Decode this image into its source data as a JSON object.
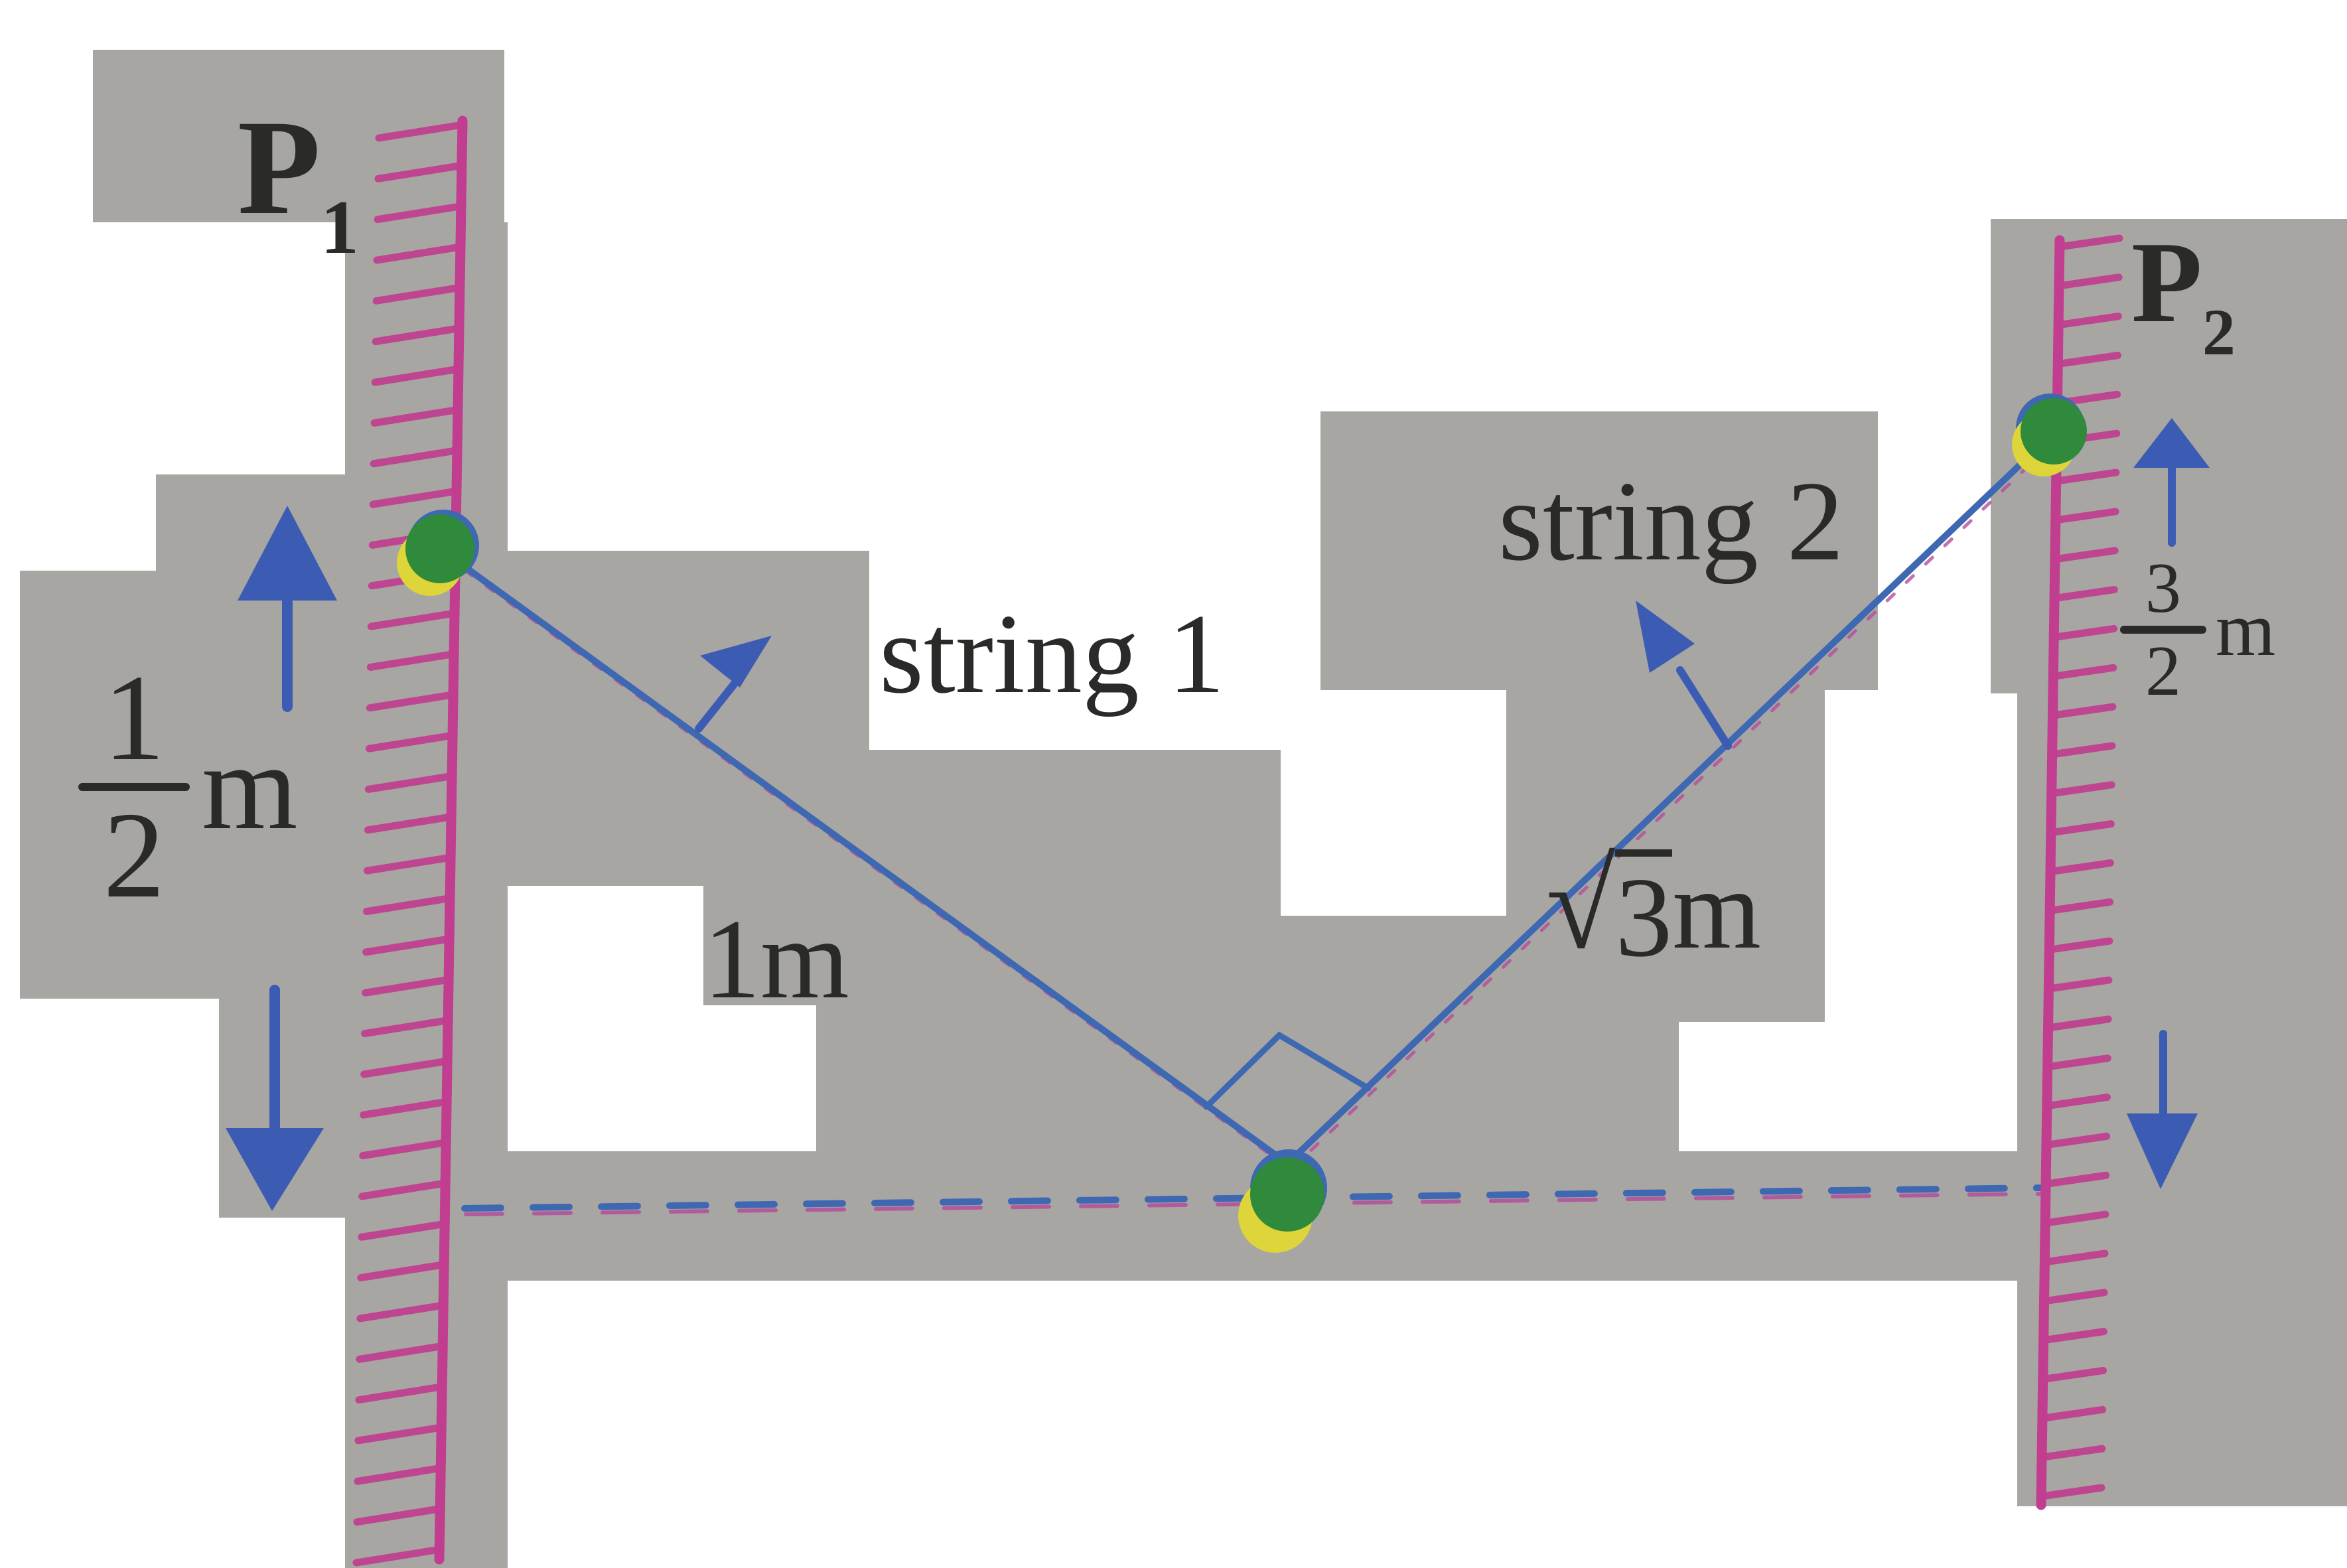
{
  "figure": {
    "pole1": {
      "main": "P",
      "sub": "1"
    },
    "pole2": {
      "main": "P",
      "sub": "2"
    },
    "string1_label": "string 1",
    "string2_label": "string 2",
    "length1_label": "1m",
    "length2": {
      "root_symbol": "√",
      "radicand": "3",
      "unit": "m"
    },
    "left_height": {
      "numerator": "1",
      "denominator": "2",
      "unit": "m"
    },
    "right_height": {
      "numerator": "3",
      "denominator": "2",
      "unit": "m"
    }
  },
  "colors": {
    "ink": "#2a2a28",
    "patch_gray": "#a8a6a2",
    "pole_magenta": "#c03d8f",
    "string_blue": "#3e68b2",
    "string_fringe": "#b44f9c",
    "arrow_blue": "#3c5cb4",
    "mass_green": "#2f8a3c",
    "mass_yellow": "#ddd53a"
  }
}
